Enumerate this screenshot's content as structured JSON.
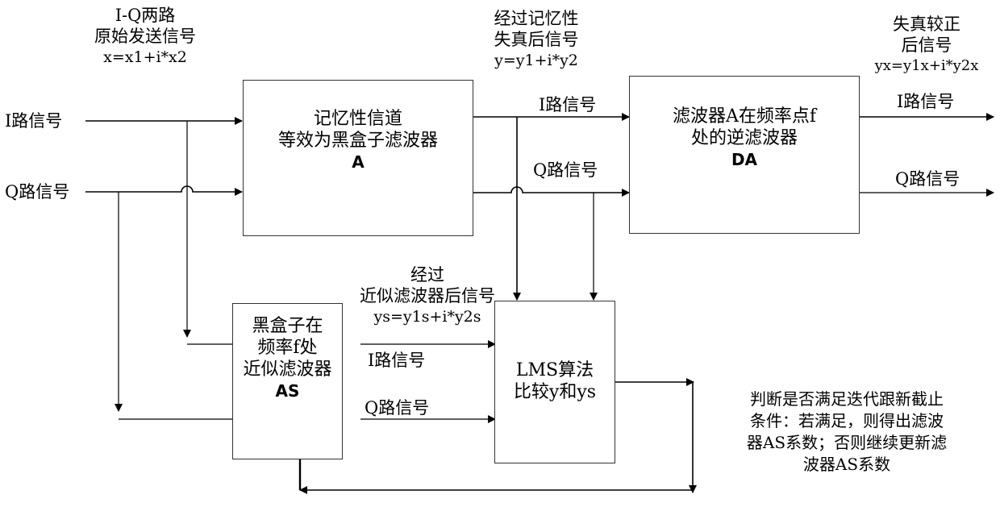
{
  "inputs": {
    "header": [
      "I-Q两路",
      "原始发送信号",
      "x=x1+i*x2"
    ],
    "i_label": "I路信号",
    "q_label": "Q路信号"
  },
  "blocks": {
    "channel": {
      "lines": [
        "记忆性信道",
        "等效为黑盒子滤波器"
      ],
      "name": "A"
    },
    "inverse": {
      "lines": [
        "滤波器A在频率点f",
        "处的逆滤波器"
      ],
      "name": "DA"
    },
    "approx": {
      "lines": [
        "黑盒子在",
        "频率f处",
        "近似滤波器"
      ],
      "name": "AS"
    },
    "lms": {
      "lines": [
        "LMS算法",
        "比较y和ys"
      ]
    }
  },
  "distorted": {
    "header": [
      "经过记忆性",
      "失真后信号",
      "y=y1+i*y2"
    ],
    "i_label": "I路信号",
    "q_label": "Q路信号"
  },
  "corrected": {
    "header": [
      "失真较正",
      "后信号",
      "yx=y1x+i*y2x"
    ],
    "i_label": "I路信号",
    "q_label": "Q路信号"
  },
  "approx_out": {
    "header": [
      "经过",
      "近似滤波器后信号",
      "ys=y1s+i*y2s"
    ],
    "i_label": "I路信号",
    "q_label": "Q路信号"
  },
  "decision_note": [
    "判断是否满足迭代跟新截止",
    "条件：若满足，则得出滤波",
    "器AS系数；否则继续更新滤",
    "波器AS系数"
  ]
}
